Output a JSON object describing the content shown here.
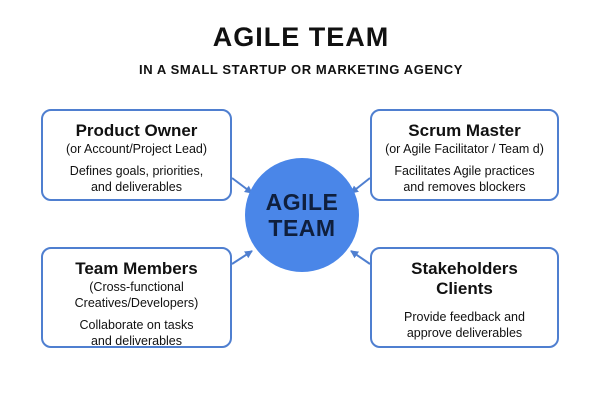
{
  "header": {
    "title": "AGILE TEAM",
    "subtitle": "IN A SMALL STARTUP OR MARKETING AGENCY"
  },
  "center": {
    "line1": "AGILE",
    "line2": "TEAM",
    "color": "#4a86e8"
  },
  "roles": {
    "product_owner": {
      "name": "Product Owner",
      "alt": "(or Account/Project Lead)",
      "desc_line1": "Defines goals, priorities,",
      "desc_line2": "and deliverables"
    },
    "scrum_master": {
      "name": "Scrum Master",
      "alt": "(or Agile Facilitator / Team d)",
      "desc_line1": "Facilitates Agile practices",
      "desc_line2": "and removes blockers"
    },
    "team_members": {
      "name": "Team Members",
      "alt_line1": "(Cross-functional",
      "alt_line2": "Creatives/Developers)",
      "desc_line1": "Collaborate on tasks",
      "desc_line2": "and deliverables"
    },
    "stakeholders": {
      "name_line1": "Stakeholders",
      "name_line2": "Clients",
      "desc_line1": "Provide feedback and",
      "desc_line2": "approve deliverables"
    }
  },
  "colors": {
    "border": "#4f7fd0",
    "arrow": "#4f7fd0"
  }
}
